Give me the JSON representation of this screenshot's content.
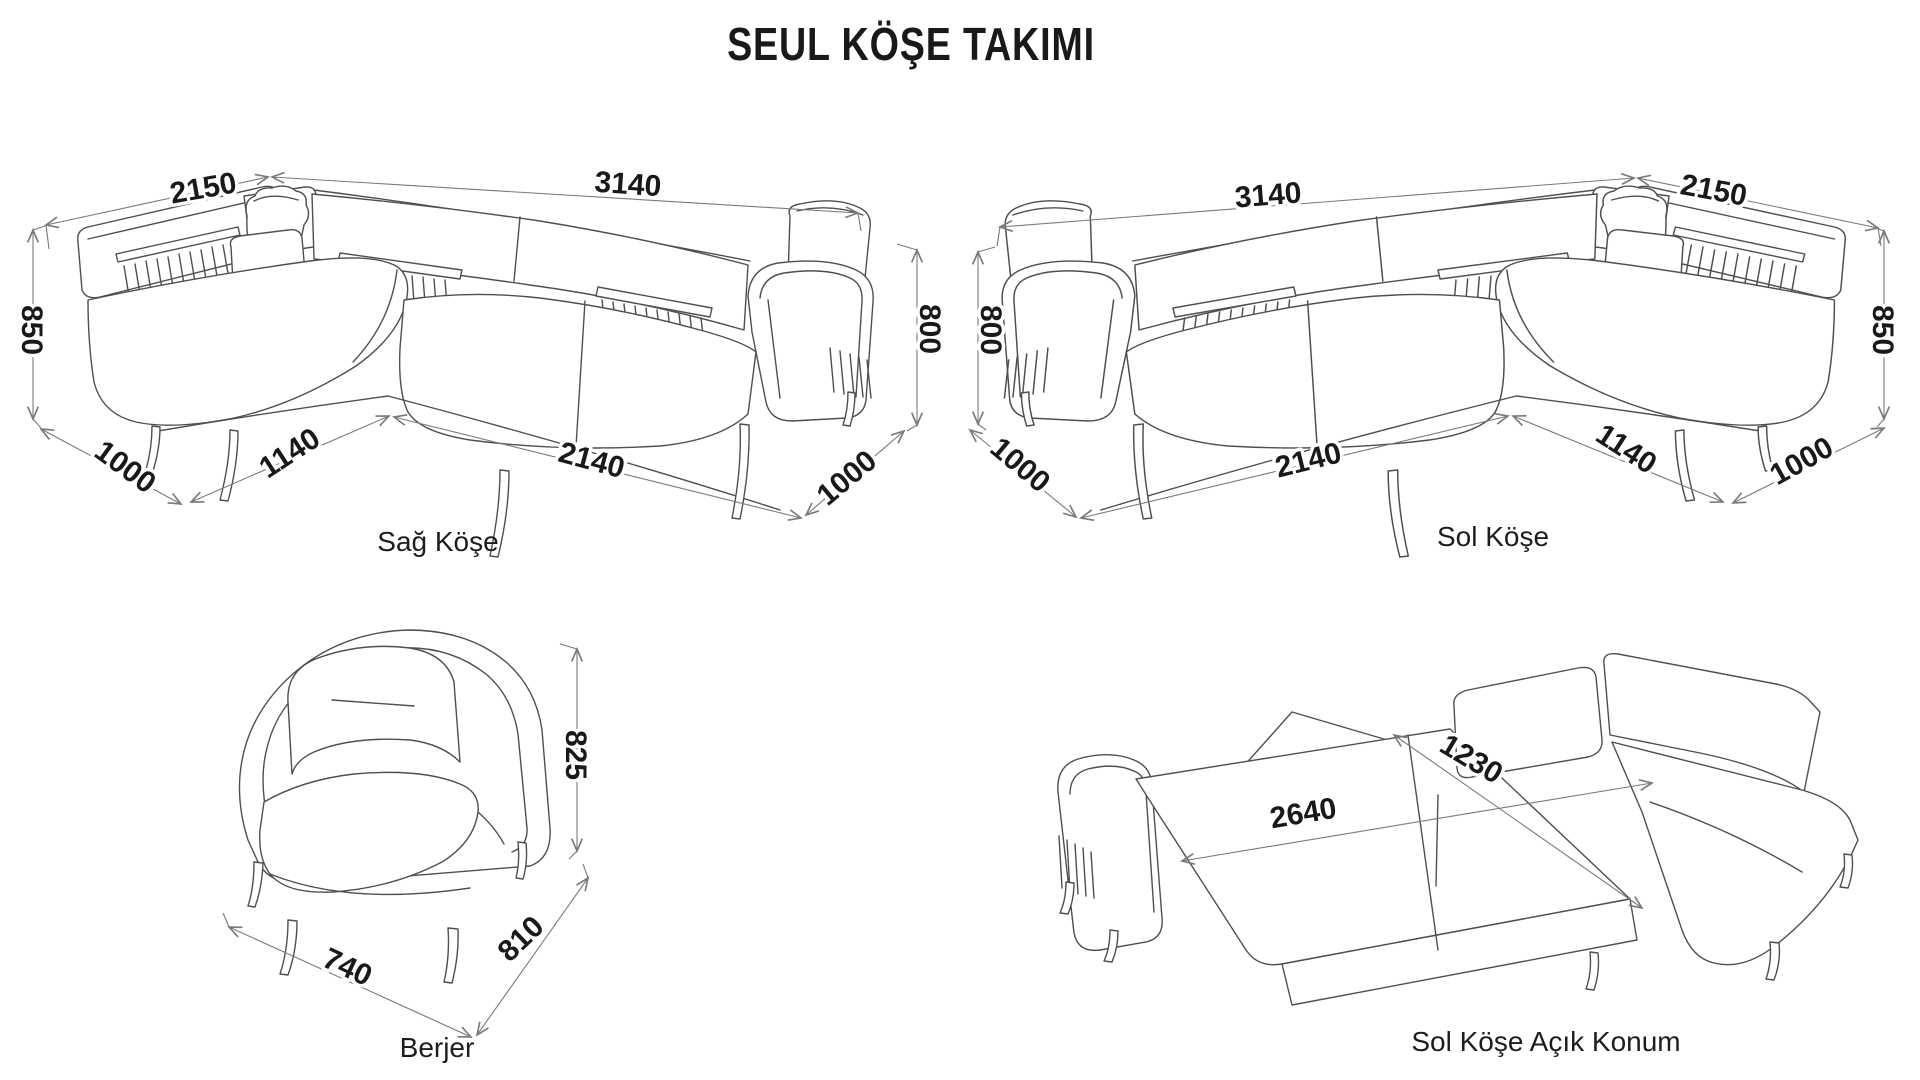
{
  "title": "SEUL KÖŞE TAKIMI",
  "colors": {
    "background": "#ffffff",
    "art_line": "#4f4f4f",
    "dimension_line": "#7a7a7a",
    "text": "#191919"
  },
  "diagrams": {
    "sag_kose": {
      "caption": "Sağ Köşe",
      "dims": {
        "back_depth": "2150",
        "back_width": "3140",
        "height_left": "850",
        "height_right": "800",
        "chaise_depth": "1000",
        "chaise_width": "1140",
        "seat_width": "2140",
        "end_depth": "1000"
      }
    },
    "sol_kose": {
      "caption": "Sol Köşe",
      "dims": {
        "back_width": "3140",
        "back_depth": "2150",
        "height_left": "800",
        "height_right": "850",
        "end_depth": "1000",
        "seat_width": "2140",
        "chaise_width": "1140",
        "chaise_depth": "1000"
      }
    },
    "berjer": {
      "caption": "Berjer",
      "dims": {
        "height": "825",
        "width": "740",
        "depth": "810"
      }
    },
    "acik_konum": {
      "caption": "Sol Köşe Açık Konum",
      "dims": {
        "bed_length": "2640",
        "bed_width": "1230"
      }
    }
  }
}
